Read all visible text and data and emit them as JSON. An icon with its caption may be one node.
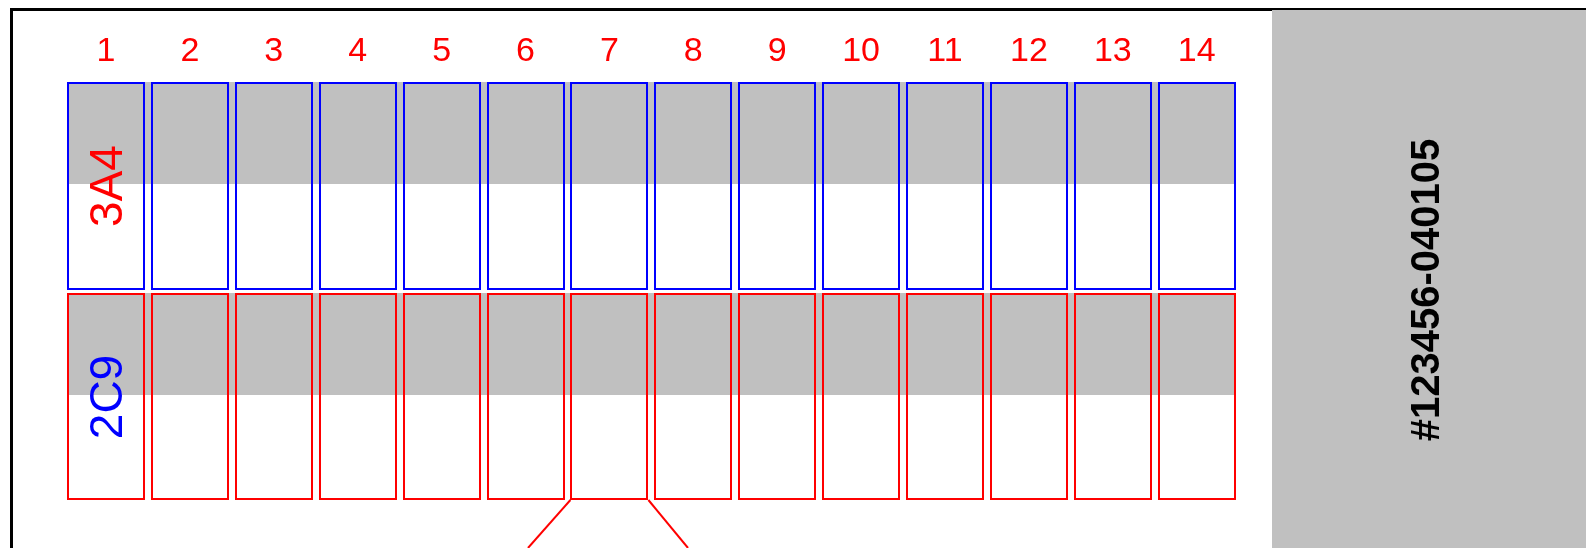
{
  "diagram": {
    "nodes": [
      {
        "text": [
          "3A4"
        ]
      },
      {
        "text": [],
        "shape": "box"
      },
      {
        "text": [],
        "shape": "box"
      },
      {
        "text": [],
        "shape": "box"
      },
      {
        "text": [],
        "shape": "box"
      },
      {
        "text": [],
        "shape": "box"
      },
      {
        "text": [],
        "shape": "box"
      },
      {
        "text": [],
        "shape": "box"
      },
      {
        "text": [],
        "shape": "box"
      },
      {
        "text": [],
        "shape": "box"
      },
      {
        "text": [],
        "shape": "box"
      },
      {
        "text": [],
        "shape": "box"
      },
      {
        "text": [],
        "shape": "box"
      },
      {
        "text": [],
        "shape": "box"
      },
      {
        "text": [
          "2C9"
        ]
      },
      {
        "text": [],
        "shape": "box"
      },
      {
        "text": [],
        "shape": "box"
      },
      {
        "text": [],
        "shape": "box"
      },
      {
        "text": [],
        "shape": "box"
      },
      {
        "text": [],
        "shape": "box"
      },
      {
        "text": [],
        "shape": "box"
      },
      {
        "text": [],
        "shape": "box"
      },
      {
        "text": [],
        "shape": "box"
      },
      {
        "text": [],
        "shape": "box"
      },
      {
        "text": [],
        "shape": "box"
      },
      {
        "text": [],
        "shape": "box"
      },
      {
        "text": [],
        "shape": "box"
      },
      {
        "text": [],
        "shape": "box"
      },
      {
        "text": [],
        "shape": "band"
      },
      {
        "text": [],
        "shape": "band"
      },
      {
        "text": [
          "#123456-040105"
        ]
      }
    ],
    "edges": [
      {
        "from": 20,
        "to": null,
        "arrow": "none"
      },
      {
        "from": 20,
        "to": null,
        "arrow": "none"
      }
    ],
    "labels": [
      "1",
      "2",
      "3",
      "4",
      "5",
      "6",
      "7",
      "8",
      "9",
      "10",
      "11",
      "12",
      "13",
      "14"
    ]
  }
}
